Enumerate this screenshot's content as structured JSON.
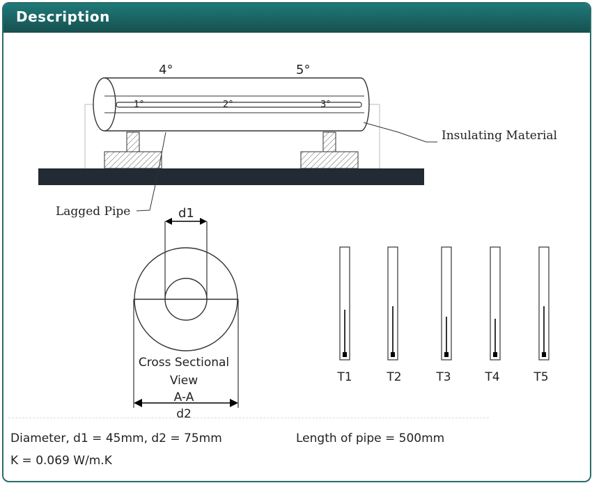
{
  "header": {
    "title": "Description"
  },
  "diagram": {
    "pipe_labels": {
      "t4": "4°",
      "t5": "5°",
      "t1": "1°",
      "t2": "2°",
      "t3": "3°"
    },
    "insulating_material": "Insulating Material",
    "lagged_pipe": "Lagged Pipe",
    "d1_label": "d1",
    "d2_label": "d2",
    "cross_section_line1": "Cross Sectional",
    "cross_section_line2": "View",
    "cross_section_line3": "A-A",
    "thermometers": [
      "T1",
      "T2",
      "T3",
      "T4",
      "T5"
    ]
  },
  "info": {
    "diameter": "Diameter, d1 = 45mm, d2 = 75mm",
    "length": "Length of pipe = 500mm",
    "conductivity": "K = 0.069 W/m.K"
  },
  "colors": {
    "header_top": "#1e7a78",
    "header_bottom": "#17504f",
    "base": "#222a33"
  }
}
